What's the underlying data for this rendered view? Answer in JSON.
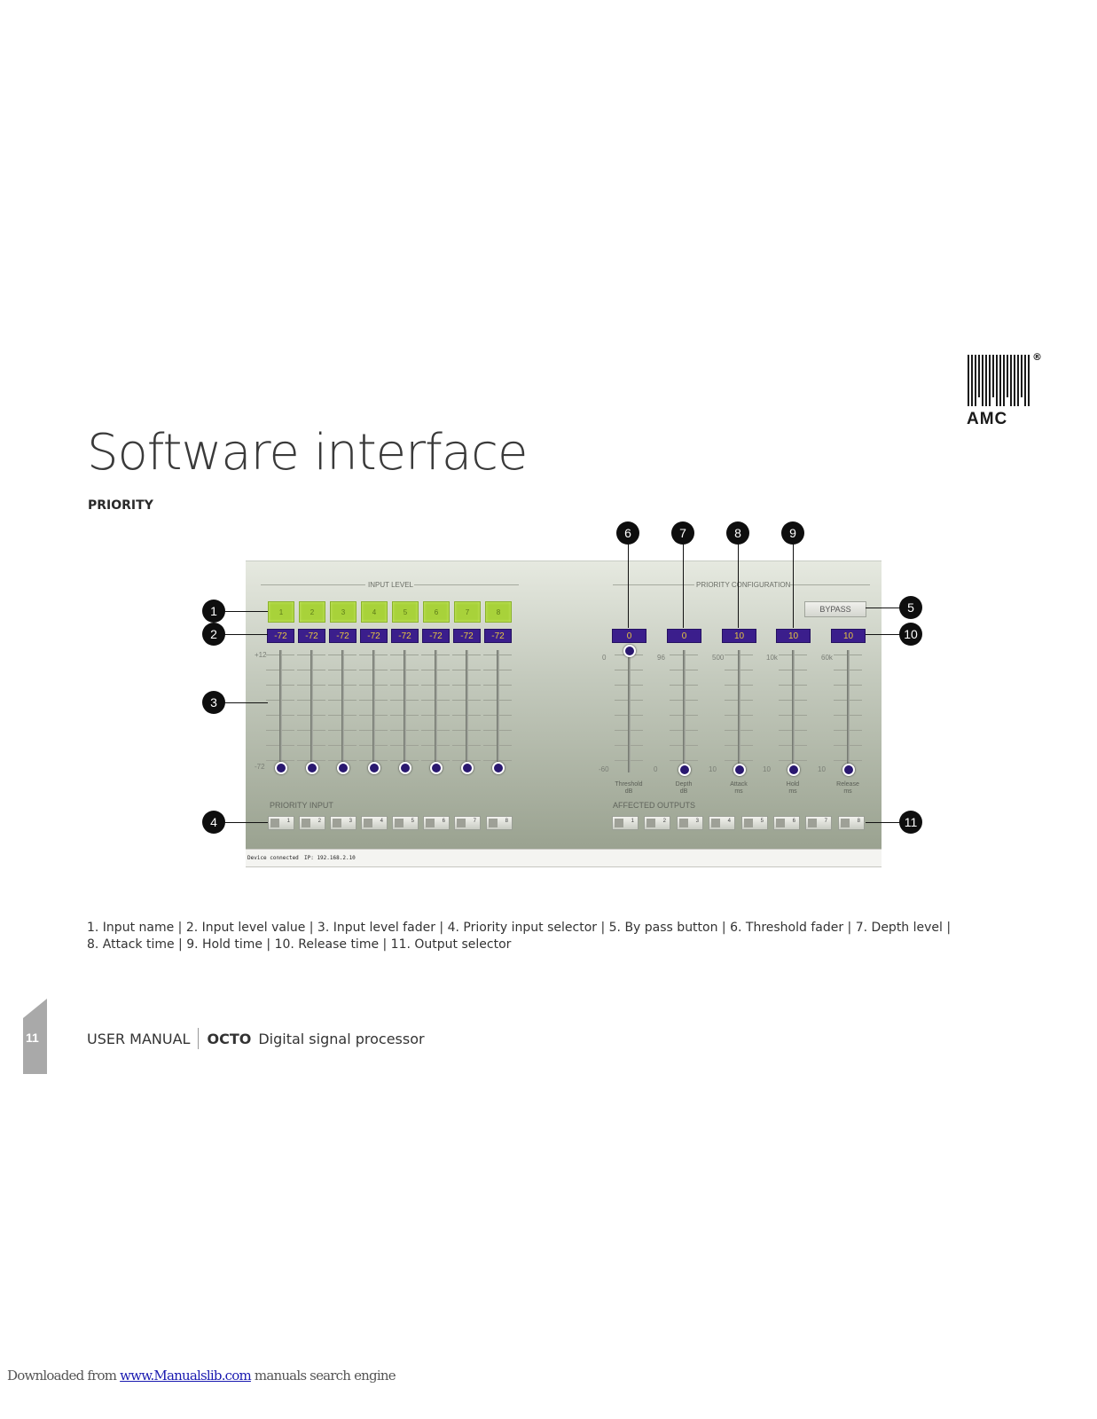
{
  "logo": {
    "text": "AMC",
    "registered": "®"
  },
  "page_title": "Software interface",
  "section_label": "PRIORITY",
  "panel": {
    "input_level_title": "INPUT LEVEL",
    "priority_config_title": "PRIORITY CONFIGURATION",
    "input_names": [
      "1",
      "2",
      "3",
      "4",
      "5",
      "6",
      "7",
      "8"
    ],
    "input_values": [
      "-72",
      "-72",
      "-72",
      "-72",
      "-72",
      "-72",
      "-72",
      "-72"
    ],
    "input_scale_top": "+12",
    "input_scale_bottom": "-72",
    "bypass_label": "BYPASS",
    "params": [
      {
        "value": "0",
        "top": "0",
        "bottom": "-60",
        "label1": "Threshold",
        "label2": "dB",
        "level": 1.0
      },
      {
        "value": "0",
        "top": "96",
        "bottom": "0",
        "label1": "Depth",
        "label2": "dB",
        "level": 0.0
      },
      {
        "value": "10",
        "top": "500",
        "bottom": "10",
        "label1": "Attack",
        "label2": "ms",
        "level": 0.0
      },
      {
        "value": "10",
        "top": "10k",
        "bottom": "10",
        "label1": "Hold",
        "label2": "ms",
        "level": 0.0
      },
      {
        "value": "10",
        "top": "60k",
        "bottom": "10",
        "label1": "Release",
        "label2": "ms",
        "level": 0.0
      }
    ],
    "input_fader_levels": [
      0,
      0,
      0,
      0,
      0,
      0,
      0,
      0
    ],
    "priority_input_title": "PRIORITY INPUT",
    "affected_outputs_title": "AFFECTED OUTPUTS",
    "priority_input_buttons": [
      "1",
      "2",
      "3",
      "4",
      "5",
      "6",
      "7",
      "8"
    ],
    "output_buttons": [
      "1",
      "2",
      "3",
      "4",
      "5",
      "6",
      "7",
      "8"
    ],
    "status": {
      "connection": "Device connected",
      "ip": "IP: 192.168.2.10"
    }
  },
  "callouts": [
    "1",
    "2",
    "3",
    "4",
    "5",
    "6",
    "7",
    "8",
    "9",
    "10",
    "11"
  ],
  "caption": {
    "line1": "1. Input name | 2. Input level value | 3. Input level fader | 4. Priority input selector | 5. By pass button | 6. Threshold fader | 7. Depth level |",
    "line2": "8.    Attack time | 9. Hold time | 10. Release time | 11. Output selector"
  },
  "footer": {
    "page_number": "11",
    "manual_label": "USER MANUAL",
    "product": "OCTO",
    "description": "Digital signal processor"
  },
  "watermark": {
    "prefix": "Downloaded from ",
    "link": "www.Manualslib.com",
    "suffix": " manuals search engine"
  }
}
